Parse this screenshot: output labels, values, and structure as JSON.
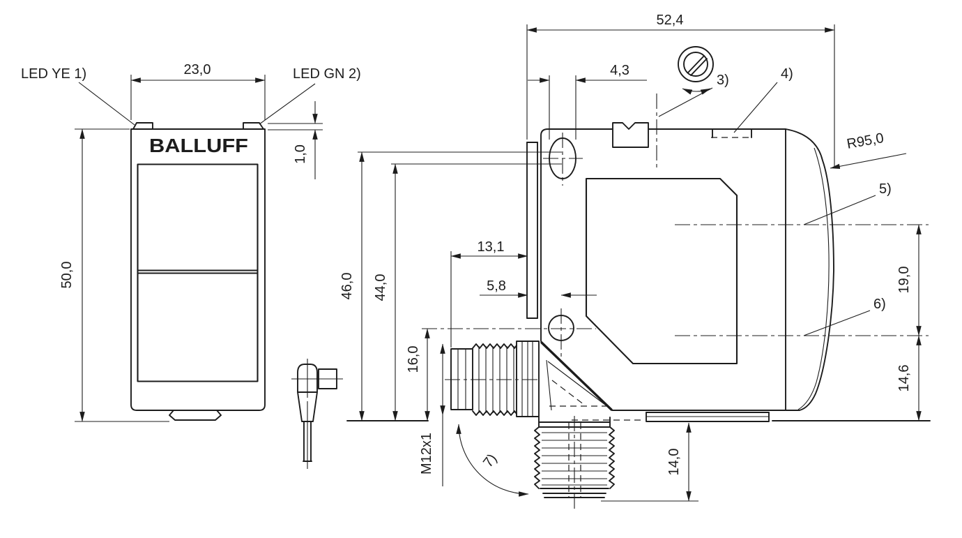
{
  "meta": {
    "background": "#ffffff",
    "ink": "#1c1c1c",
    "drawing_type": "sensor-dimensional-drawing"
  },
  "front_view": {
    "logo": "BALLUFF",
    "callout_led_yellow": "LED YE 1)",
    "callout_led_green": "LED GN 2)",
    "dim_width": "23,0",
    "dim_height": "50,0",
    "dim_led_tab": "1,0"
  },
  "side_view": {
    "dim_width": "52,4",
    "dim_slot_width": "4,3",
    "callout_3": "3)",
    "callout_4": "4)",
    "callout_5": "5)",
    "callout_6": "6)",
    "callout_7": "7)",
    "dim_radius": "R95,0",
    "dim_height_a": "46,0",
    "dim_height_b": "44,0",
    "dim_hole_offset_a": "13,1",
    "dim_hole_offset_b": "5,8",
    "dim_connector_center": "16,0",
    "dim_axis_spacing": "19,0",
    "dim_axis_to_bottom": "14,6",
    "dim_connector_depth": "14,0",
    "thread_label": "M12x1"
  }
}
